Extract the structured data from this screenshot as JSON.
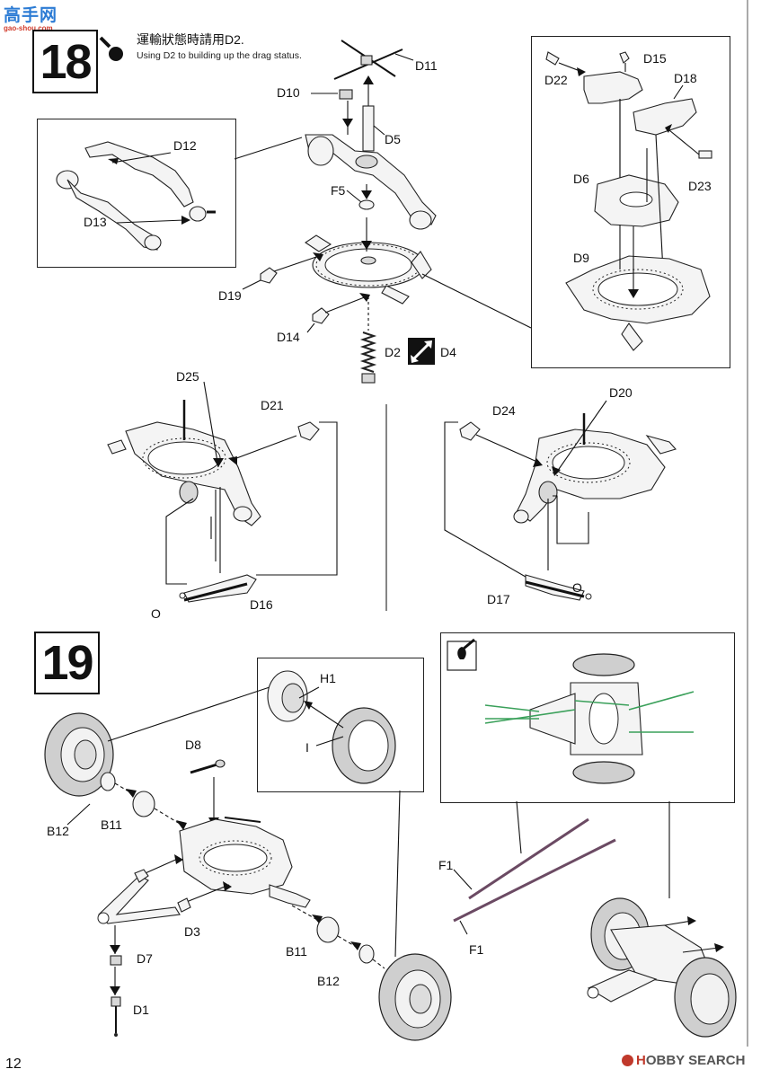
{
  "watermark_top": {
    "chars": "高手网",
    "domain": "gao-shou.com"
  },
  "steps": [
    {
      "number": "18",
      "instruction_cn": "運輸狀態時請用D2.",
      "instruction_en": "Using D2 to building up the drag status."
    },
    {
      "number": "19"
    }
  ],
  "labels": {
    "D11": "D11",
    "D10": "D10",
    "D5": "D5",
    "F5": "F5",
    "D12": "D12",
    "D13": "D13",
    "D19": "D19",
    "D14": "D14",
    "D2": "D2",
    "D4": "D4",
    "D22": "D22",
    "D15": "D15",
    "D18": "D18",
    "D6": "D6",
    "D23": "D23",
    "D9": "D9",
    "D25": "D25",
    "D21": "D21",
    "D16": "D16",
    "O_left": "O",
    "D24": "D24",
    "D20": "D20",
    "D17": "D17",
    "O_right": "O",
    "D8": "D8",
    "H1": "H1",
    "I": "I",
    "B12_a": "B12",
    "B11_a": "B11",
    "D3": "D3",
    "D7": "D7",
    "D1": "D1",
    "B11_b": "B11",
    "B12_b": "B12",
    "F1_a": "F1",
    "F1_b": "F1"
  },
  "footer": {
    "page_number": "12",
    "brand_prefix": "H",
    "brand_word": "OBBY SEARCH"
  },
  "icons": [
    "glue-bottle-icon",
    "paint-drop-icon",
    "swap-arrows-icon"
  ]
}
